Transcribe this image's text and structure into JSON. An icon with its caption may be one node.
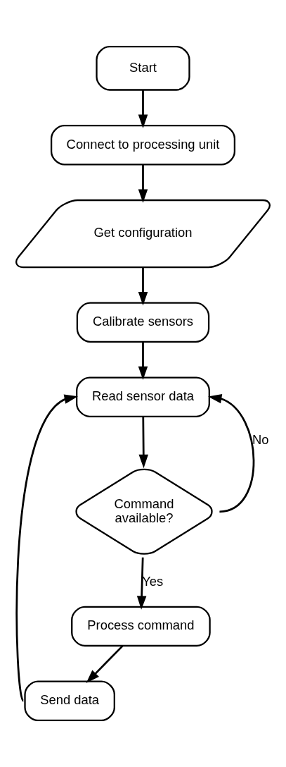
{
  "diagram": {
    "nodes": [
      {
        "text": [
          "Start"
        ]
      },
      {
        "text": [
          "Connect to processing unit"
        ]
      },
      {
        "text": [
          "Get configuration"
        ]
      },
      {
        "text": [
          "Calibrate sensors"
        ]
      },
      {
        "text": [
          "Read sensor data"
        ]
      },
      {
        "text": [
          "Command available?"
        ]
      },
      {
        "text": [
          "Process command"
        ]
      },
      {
        "text": [
          "Send data"
        ]
      }
    ],
    "edges": [
      {
        "from": 0,
        "to": 1,
        "arrow": "to"
      },
      {
        "from": 1,
        "to": 2,
        "arrow": "to"
      },
      {
        "from": 2,
        "to": 3,
        "arrow": "to"
      },
      {
        "from": 3,
        "to": 4,
        "arrow": "to"
      },
      {
        "from": 4,
        "to": 5,
        "arrow": "to"
      },
      {
        "from": 5,
        "to": 4,
        "arrow": "to",
        "label": "No"
      },
      {
        "from": 5,
        "to": 6,
        "arrow": "to",
        "label": "Yes"
      },
      {
        "from": 6,
        "to": 7,
        "arrow": "to"
      },
      {
        "from": 7,
        "to": 4,
        "arrow": "to"
      }
    ]
  }
}
